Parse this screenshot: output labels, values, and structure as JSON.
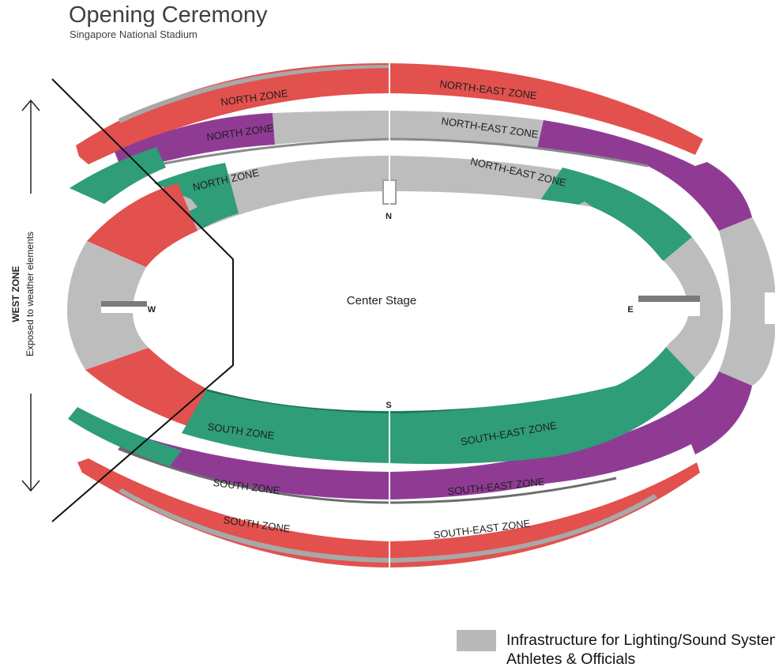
{
  "title": "Opening Ceremony",
  "subtitle": "Singapore National Stadium",
  "west_zone": {
    "label": "WEST ZONE",
    "note": "Exposed to weather elements"
  },
  "center_label": "Center Stage",
  "directions": {
    "north": "N",
    "south": "S",
    "east": "E",
    "west": "W"
  },
  "zones": {
    "north_upper": "NORTH ZONE",
    "north_middle": "NORTH ZONE",
    "north_lower": "NORTH ZONE",
    "north_east_upper": "NORTH-EAST ZONE",
    "north_east_middle": "NORTH-EAST ZONE",
    "north_east_lower": "NORTH-EAST ZONE",
    "south_lower": "SOUTH ZONE",
    "south_middle": "SOUTH ZONE",
    "south_upper": "SOUTH ZONE",
    "south_east_lower": "SOUTH-EAST ZONE",
    "south_east_middle": "SOUTH-EAST ZONE",
    "south_east_upper": "SOUTH-EAST ZONE"
  },
  "legend": {
    "label": "Infrastructure for Lighting/Sound System, Athletes & Officials",
    "color": "#b9b9b9"
  },
  "colors": {
    "red": "#e2514d",
    "green": "#2e9d78",
    "purple": "#8f3b94",
    "grey": "#bdbdbd"
  }
}
